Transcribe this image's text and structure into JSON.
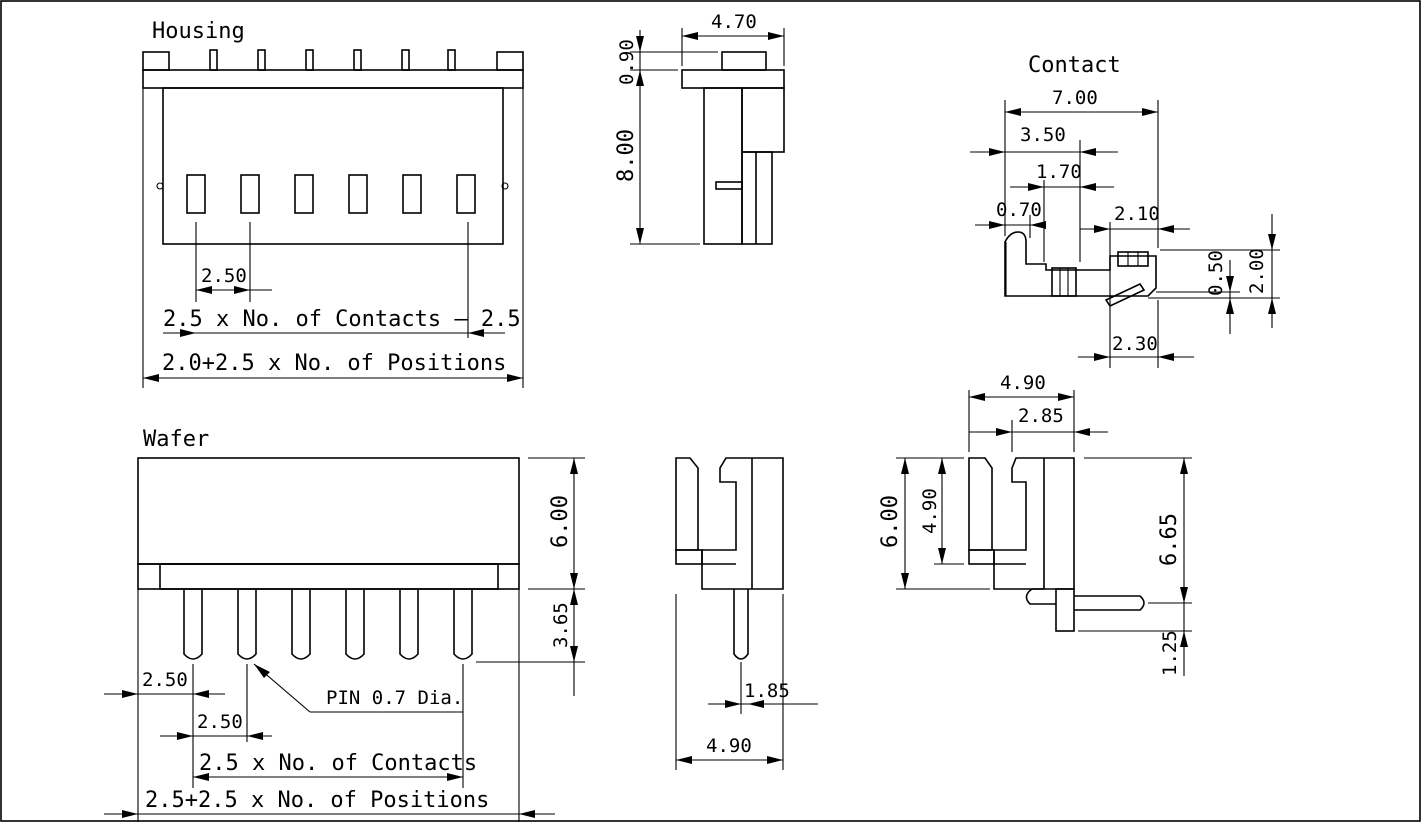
{
  "titles": {
    "housing": "Housing",
    "contact": "Contact",
    "wafer": "Wafer"
  },
  "housing": {
    "dim_pitch": "2.50",
    "dim_contacts": "2.5  x  No.  of  Contacts  –  2.5",
    "dim_positions": "2.0+2.5  x  No.  of  Positions",
    "dim_top_width": "4.70",
    "dim_top_gap": "0.90",
    "dim_height": "8.00"
  },
  "contact": {
    "dim_7_00": "7.00",
    "dim_3_50": "3.50",
    "dim_1_70": "1.70",
    "dim_0_70": "0.70",
    "dim_2_10": "2.10",
    "dim_0_50": "0.50",
    "dim_2_00": "2.00",
    "dim_2_30": "2.30"
  },
  "wafer": {
    "dim_height": "6.00",
    "dim_pin_len": "3.65",
    "dim_edge": "2.50",
    "dim_pitch": "2.50",
    "pin_note": "PIN  0.7  Dia.",
    "dim_contacts": "2.5  x  No.  of  Contacts",
    "dim_positions": "2.5+2.5  x  No.  of  Positions",
    "side_pin": "1.85",
    "side_width": "4.90"
  },
  "wafer_right": {
    "dim_4_90": "4.90",
    "dim_2_85": "2.85",
    "dim_6_00": "6.00",
    "dim_4_90_v": "4.90",
    "dim_6_65": "6.65",
    "dim_1_25": "1.25"
  }
}
